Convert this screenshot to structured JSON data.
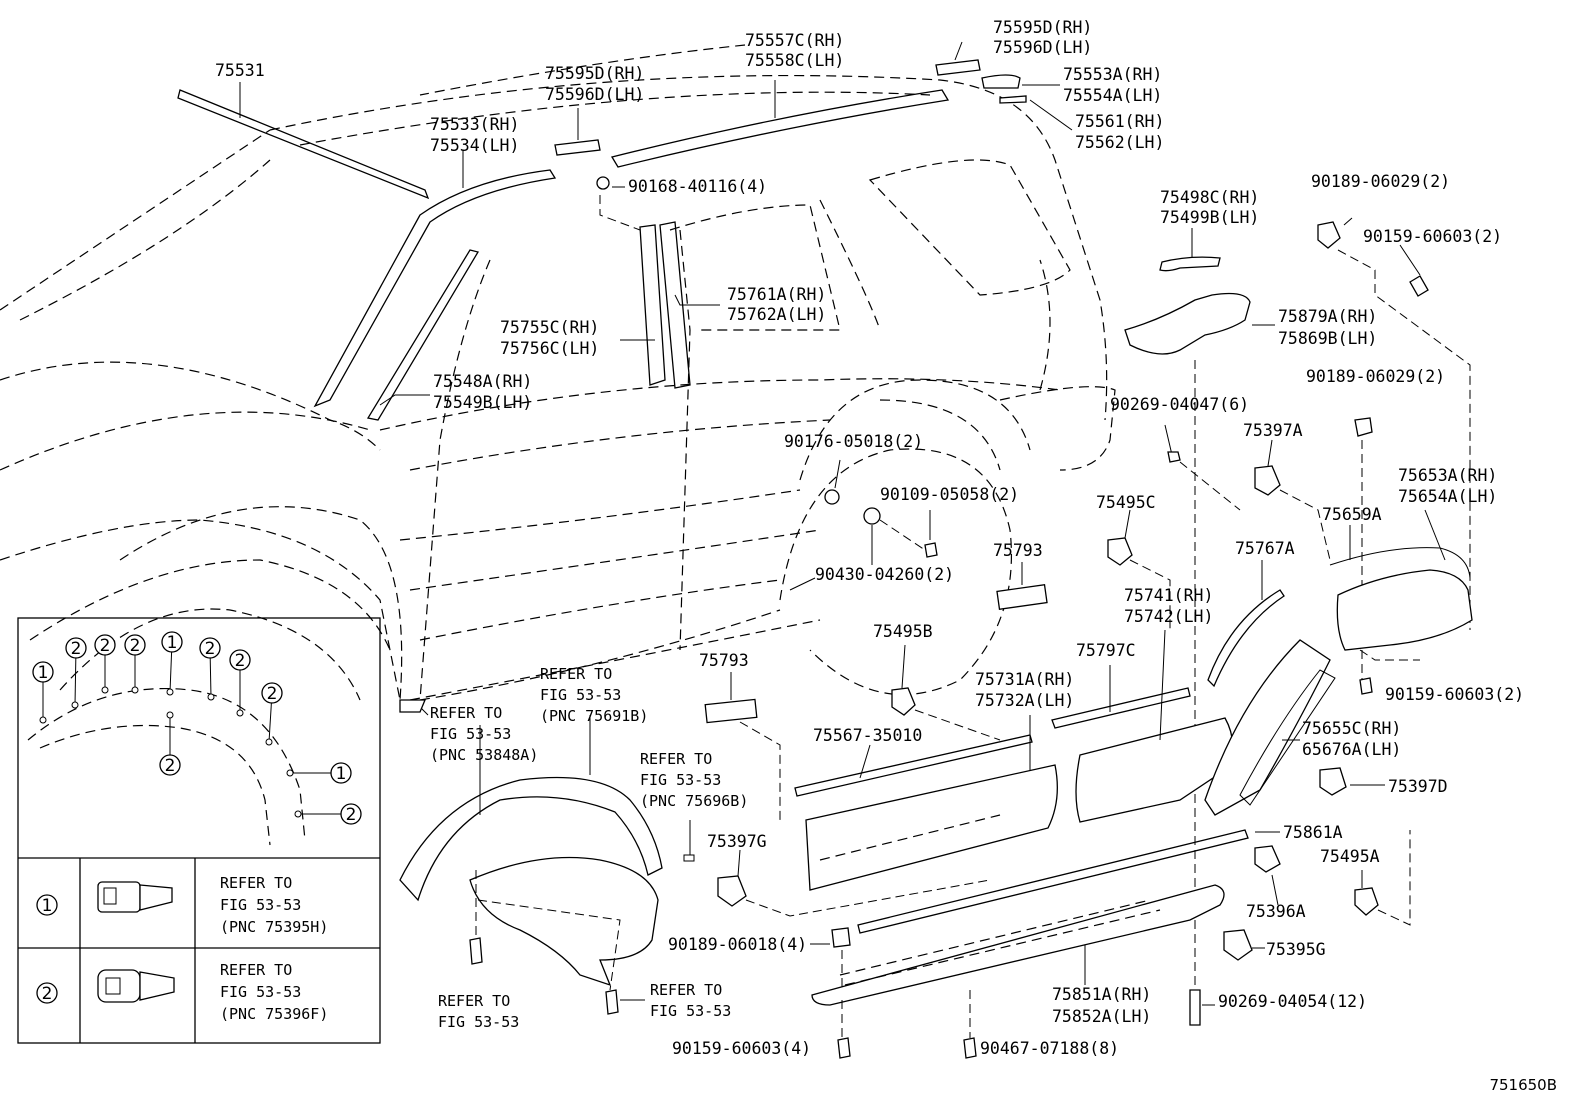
{
  "figure_id": "751650B",
  "labels": {
    "l75531": "75531",
    "l75557c": "75557C(RH)",
    "l75558c": "75558C(LH)",
    "l75595d_top": "75595D(RH)",
    "l75596d_top": "75596D(LH)",
    "l75553a": "75553A(RH)",
    "l75554a": "75554A(LH)",
    "l75561": "75561(RH)",
    "l75562": "75562(LH)",
    "l75595d": "75595D(RH)",
    "l75596d": "75596D(LH)",
    "l75533": "75533(RH)",
    "l75534": "75534(LH)",
    "l90168": "90168-40116(4)",
    "l75761a": "75761A(RH)",
    "l75762a": "75762A(LH)",
    "l75755c": "75755C(RH)",
    "l75756c": "75756C(LH)",
    "l75548a": "75548A(RH)",
    "l75549b": "75549B(LH)",
    "l75498c": "75498C(RH)",
    "l75499b": "75499B(LH)",
    "l90189_a": "90189-06029(2)",
    "l90159_a": "90159-60603(2)",
    "l75879a": "75879A(RH)",
    "l75869b": "75869B(LH)",
    "l90189_b": "90189-06029(2)",
    "l90269_a": "90269-04047(6)",
    "l75397a": "75397A",
    "l90176": "90176-05018(2)",
    "l90109": "90109-05058(2)",
    "l75495c": "75495C",
    "l75653a": "75653A(RH)",
    "l75654a": "75654A(LH)",
    "l75659a": "75659A",
    "l90430": "90430-04260(2)",
    "l75793_a": "75793",
    "l75767a": "75767A",
    "l75741": "75741(RH)",
    "l75742": "75742(LH)",
    "l75495b": "75495B",
    "l75797c": "75797C",
    "l75731a": "75731A(RH)",
    "l75732a": "75732A(LH)",
    "l90159_b": "90159-60603(2)",
    "l75793_b": "75793",
    "l75567": "75567-35010",
    "l75655c": "75655C(RH)",
    "l65676a": "65676A(LH)",
    "l75397d": "75397D",
    "l75861a": "75861A",
    "l75495a": "75495A",
    "l75397g": "75397G",
    "l75396a": "75396A",
    "l90189_c": "90189-06018(4)",
    "l75395g": "75395G",
    "l75851a": "75851A(RH)",
    "l75852a": "75852A(LH)",
    "l90269_b": "90269-04054(12)",
    "l90159_c": "90159-60603(4)",
    "l90467": "90467-07188(8)"
  },
  "refers": {
    "r1": [
      "REFER TO",
      "FIG 53-53",
      "(PNC 53848A)"
    ],
    "r2": [
      "REFER TO",
      "FIG 53-53",
      "(PNC 75691B)"
    ],
    "r3": [
      "REFER TO",
      "FIG 53-53",
      "(PNC 75696B)"
    ],
    "r4": [
      "REFER TO",
      "FIG 53-53"
    ],
    "r5": [
      "REFER TO",
      "FIG 53-53"
    ]
  },
  "legend": {
    "markers": [
      "1",
      "2"
    ],
    "row1": [
      "REFER TO",
      "FIG 53-53",
      "(PNC 75395H)"
    ],
    "row2": [
      "REFER TO",
      "FIG 53-53",
      "(PNC 75396F)"
    ]
  },
  "inset_markers": [
    "1",
    "2",
    "2",
    "2",
    "1",
    "2",
    "2",
    "2",
    "2",
    "1",
    "2"
  ]
}
